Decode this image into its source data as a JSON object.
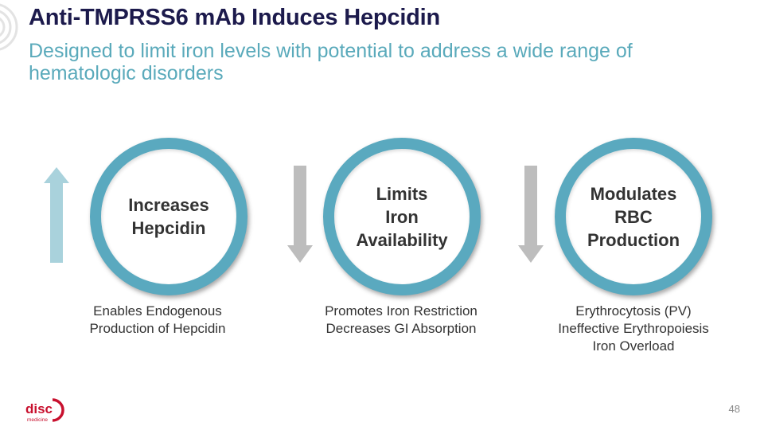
{
  "slide": {
    "title": "Anti-TMPRSS6 mAb Induces Hepcidin",
    "subtitle": "Designed to limit iron levels with potential to address a wide range of hematologic disorders"
  },
  "steps": [
    {
      "label": "Increases\nHepcidin",
      "arrow": "up-arrow",
      "arrow_color": "#a9d2dc",
      "description": [
        "Enables Endogenous",
        "Production of Hepcidin"
      ]
    },
    {
      "label": "Limits\nIron\nAvailability",
      "arrow": "down-arrow",
      "arrow_color": "#bdbdbd",
      "description": [
        "Promotes Iron Restriction",
        "Decreases GI Absorption"
      ]
    },
    {
      "label": "Modulates\nRBC\nProduction",
      "arrow": "down-arrow",
      "arrow_color": "#bdbdbd",
      "description": [
        "Erythrocytosis (PV)",
        "Ineffective Erythropoiesis",
        "Iron Overload"
      ]
    }
  ],
  "colors": {
    "title": "#1c1a4c",
    "subtitle": "#5aaabb",
    "circle_ring": "#5aa9bf",
    "logo": "#c8102e"
  },
  "footer": {
    "logo_text": "disc",
    "logo_subtext": "medicine",
    "page_number": "48"
  }
}
